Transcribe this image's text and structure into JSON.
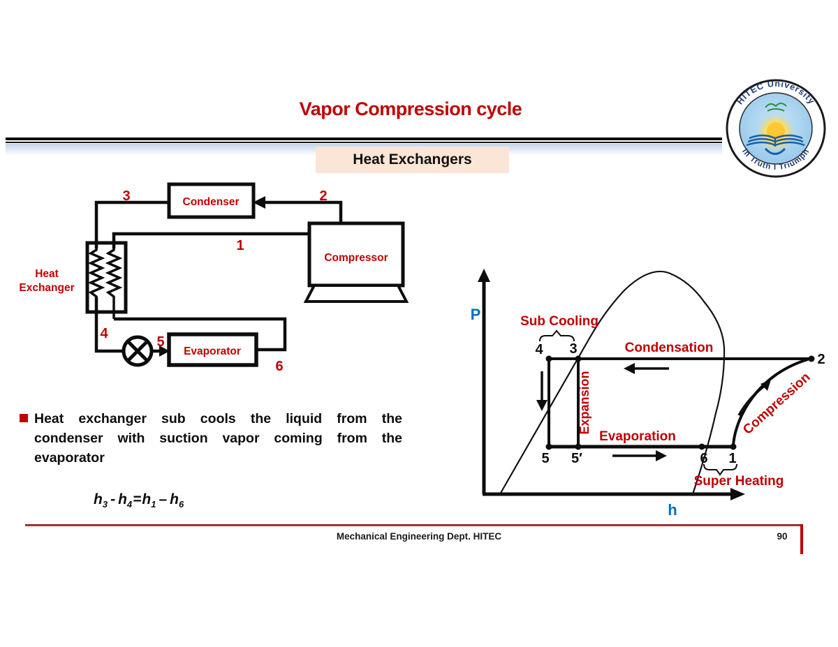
{
  "slide": {
    "title": "Vapor Compression cycle",
    "heading": "Heat Exchangers",
    "footer": {
      "dept": "Mechanical Engineering Dept. HITEC",
      "page": "90"
    }
  },
  "logo": {
    "top_text": "HITEC University",
    "bottom_text": "In Truth I Triumph"
  },
  "schematic": {
    "condenser_label": "Condenser",
    "compressor_label": "Compressor",
    "evaporator_label": "Evaporator",
    "heat_exchanger_line1": "Heat",
    "heat_exchanger_line2": "Exchanger",
    "point_1": "1",
    "point_2": "2",
    "point_3": "3",
    "point_4": "4",
    "point_5": "5",
    "point_6": "6"
  },
  "ph_diagram": {
    "y_axis_label": "P",
    "x_axis_label": "h",
    "sub_cooling": "Sub Cooling",
    "condensation": "Condensation",
    "compression": "Compression",
    "expansion": "Expansion",
    "evaporation": "Evaporation",
    "super_heating": "Super Heating",
    "point_4": "4",
    "point_3": "3",
    "point_2": "2",
    "point_5": "5",
    "point_5p": "5′",
    "point_6": "6",
    "point_1": "1"
  },
  "bullet": {
    "lines": [
      "Heat exchanger sub cools the liquid from the",
      "condenser with suction vapor coming from the",
      "evaporator"
    ]
  },
  "formula": {
    "b1": "h",
    "s1": "3",
    "op1": "-",
    "b2": "h",
    "s2": "4",
    "eq": "=",
    "b3": "h",
    "s3": "1",
    "op2": "–",
    "b4": "h",
    "s4": "6"
  },
  "colors": {
    "accent_red": "#C00000",
    "axis_blue": "#0070C0",
    "heading_bg": "#FBE5D6",
    "footer_line_red": "#B03336"
  }
}
